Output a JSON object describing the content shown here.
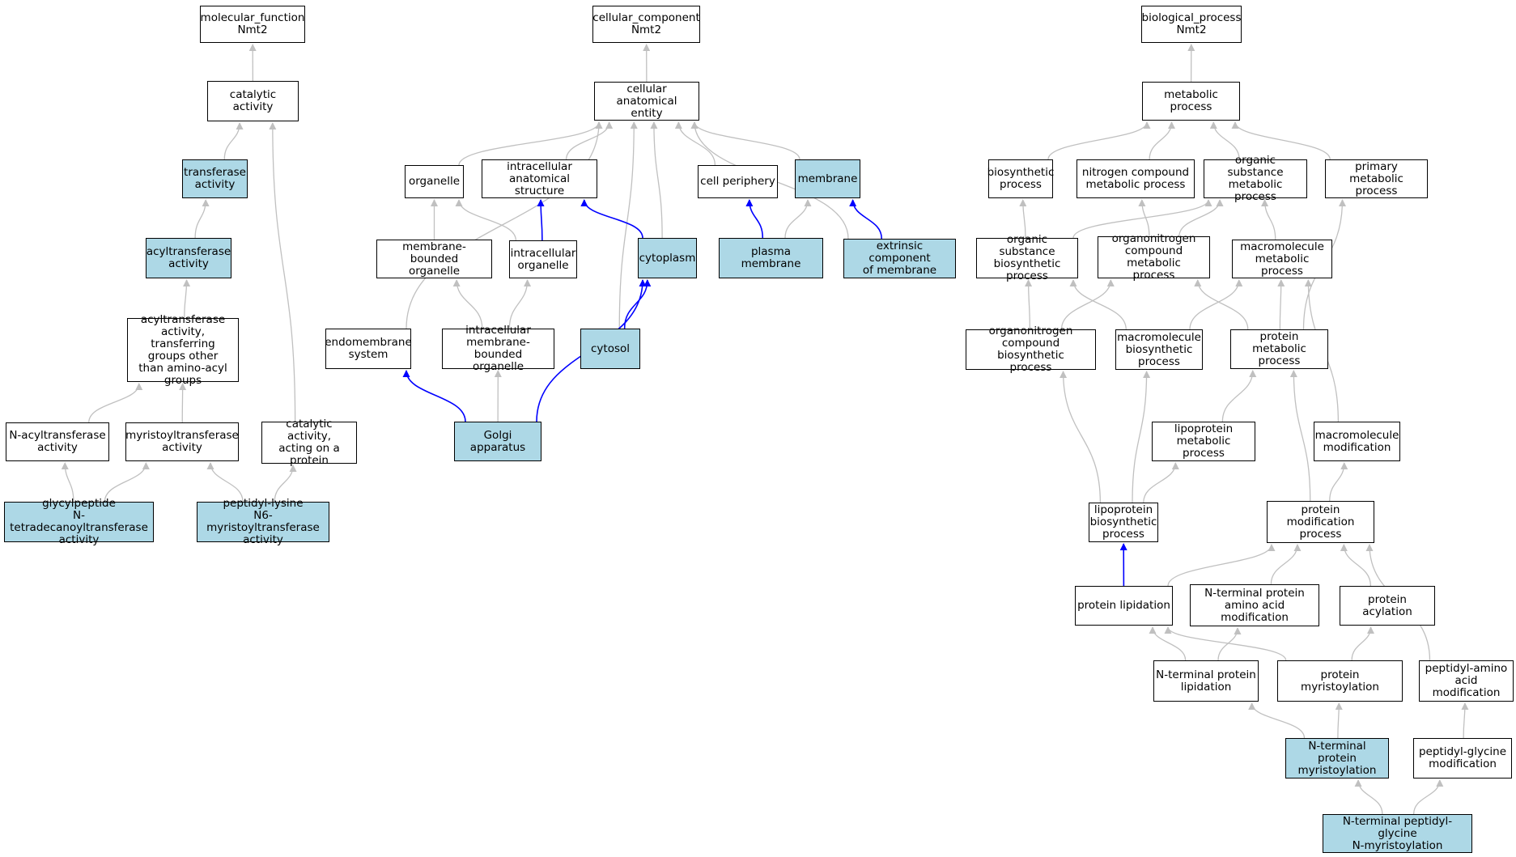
{
  "colors": {
    "highlight_fill": "#add8e6",
    "normal_fill": "#ffffff",
    "gray_edge": "#c0c0c0",
    "blue_edge": "#0000ff"
  },
  "nodes": [
    {
      "id": "mf",
      "label": "molecular_function\nNmt2",
      "hl": false
    },
    {
      "id": "cat",
      "label": "catalytic activity",
      "hl": false
    },
    {
      "id": "trans",
      "label": "transferase\nactivity",
      "hl": true
    },
    {
      "id": "acyl",
      "label": "acyltransferase\nactivity",
      "hl": true
    },
    {
      "id": "acylother",
      "label": "acyltransferase\nactivity, transferring\ngroups other\nthan amino-acyl\ngroups",
      "hl": false
    },
    {
      "id": "nacyl",
      "label": "N-acyltransferase\nactivity",
      "hl": false
    },
    {
      "id": "myrt",
      "label": "myristoyltransferase\nactivity",
      "hl": false
    },
    {
      "id": "catprot",
      "label": "catalytic activity,\nacting on a\nprotein",
      "hl": false
    },
    {
      "id": "glyc",
      "label": "glycylpeptide\nN-tetradecanoyltransferase\nactivity",
      "hl": true
    },
    {
      "id": "pepl",
      "label": "peptidyl-lysine\nN6-myristoyltransferase\nactivity",
      "hl": true
    },
    {
      "id": "cc",
      "label": "cellular_component\nNmt2",
      "hl": false
    },
    {
      "id": "cae",
      "label": "cellular anatomical\nentity",
      "hl": false
    },
    {
      "id": "org",
      "label": "organelle",
      "hl": false
    },
    {
      "id": "ias",
      "label": "intracellular\nanatomical structure",
      "hl": false
    },
    {
      "id": "cper",
      "label": "cell periphery",
      "hl": false
    },
    {
      "id": "memb",
      "label": "membrane",
      "hl": true
    },
    {
      "id": "mbo",
      "label": "membrane-bounded\norganelle",
      "hl": false
    },
    {
      "id": "io",
      "label": "intracellular\norganelle",
      "hl": false
    },
    {
      "id": "cyto",
      "label": "cytoplasm",
      "hl": true
    },
    {
      "id": "pm",
      "label": "plasma membrane",
      "hl": true
    },
    {
      "id": "ecm",
      "label": "extrinsic component\nof membrane",
      "hl": true
    },
    {
      "id": "endo",
      "label": "endomembrane\nsystem",
      "hl": false
    },
    {
      "id": "imbo",
      "label": "intracellular\nmembrane-bounded\norganelle",
      "hl": false
    },
    {
      "id": "cytosol",
      "label": "cytosol",
      "hl": true
    },
    {
      "id": "golgi",
      "label": "Golgi apparatus",
      "hl": true
    },
    {
      "id": "bp",
      "label": "biological_process\nNmt2",
      "hl": false
    },
    {
      "id": "met",
      "label": "metabolic process",
      "hl": false
    },
    {
      "id": "bios",
      "label": "biosynthetic\nprocess",
      "hl": false
    },
    {
      "id": "ncmp",
      "label": "nitrogen compound\nmetabolic process",
      "hl": false
    },
    {
      "id": "osmp",
      "label": "organic substance\nmetabolic process",
      "hl": false
    },
    {
      "id": "pmp",
      "label": "primary metabolic\nprocess",
      "hl": false
    },
    {
      "id": "osbp",
      "label": "organic substance\nbiosynthetic\nprocess",
      "hl": false
    },
    {
      "id": "oncmp",
      "label": "organonitrogen\ncompound metabolic\nprocess",
      "hl": false
    },
    {
      "id": "mmp",
      "label": "macromolecule\nmetabolic process",
      "hl": false
    },
    {
      "id": "oncbp",
      "label": "organonitrogen\ncompound biosynthetic\nprocess",
      "hl": false
    },
    {
      "id": "mbp",
      "label": "macromolecule\nbiosynthetic\nprocess",
      "hl": false
    },
    {
      "id": "protmp",
      "label": "protein metabolic\nprocess",
      "hl": false
    },
    {
      "id": "lmp",
      "label": "lipoprotein\nmetabolic process",
      "hl": false
    },
    {
      "id": "mmod",
      "label": "macromolecule\nmodification",
      "hl": false
    },
    {
      "id": "lbp",
      "label": "lipoprotein\nbiosynthetic\nprocess",
      "hl": false
    },
    {
      "id": "pmod",
      "label": "protein modification\nprocess",
      "hl": false
    },
    {
      "id": "plip",
      "label": "protein lipidation",
      "hl": false
    },
    {
      "id": "ntaam",
      "label": "N-terminal protein\namino acid modification",
      "hl": false
    },
    {
      "id": "pacyl",
      "label": "protein acylation",
      "hl": false
    },
    {
      "id": "ntpl",
      "label": "N-terminal protein\nlipidation",
      "hl": false
    },
    {
      "id": "pmyr",
      "label": "protein myristoylation",
      "hl": false
    },
    {
      "id": "paam",
      "label": "peptidyl-amino\nacid modification",
      "hl": false
    },
    {
      "id": "ntpm",
      "label": "N-terminal protein\nmyristoylation",
      "hl": true
    },
    {
      "id": "pgm",
      "label": "peptidyl-glycine\nmodification",
      "hl": false
    },
    {
      "id": "ntpgm",
      "label": "N-terminal peptidyl-glycine\nN-myristoylation",
      "hl": true
    }
  ],
  "edges": [
    {
      "from": "cat",
      "to": "mf",
      "color": "gray"
    },
    {
      "from": "trans",
      "to": "cat",
      "color": "gray"
    },
    {
      "from": "catprot",
      "to": "cat",
      "color": "gray"
    },
    {
      "from": "acyl",
      "to": "trans",
      "color": "gray"
    },
    {
      "from": "acylother",
      "to": "acyl",
      "color": "gray"
    },
    {
      "from": "nacyl",
      "to": "acylother",
      "color": "gray"
    },
    {
      "from": "myrt",
      "to": "acylother",
      "color": "gray"
    },
    {
      "from": "glyc",
      "to": "nacyl",
      "color": "gray"
    },
    {
      "from": "glyc",
      "to": "myrt",
      "color": "gray"
    },
    {
      "from": "pepl",
      "to": "myrt",
      "color": "gray"
    },
    {
      "from": "pepl",
      "to": "catprot",
      "color": "gray"
    },
    {
      "from": "cae",
      "to": "cc",
      "color": "gray"
    },
    {
      "from": "org",
      "to": "cae",
      "color": "gray"
    },
    {
      "from": "ias",
      "to": "cae",
      "color": "gray"
    },
    {
      "from": "cper",
      "to": "cae",
      "color": "gray"
    },
    {
      "from": "memb",
      "to": "cae",
      "color": "gray"
    },
    {
      "from": "ecm",
      "to": "cae",
      "color": "gray"
    },
    {
      "from": "endo",
      "to": "cae",
      "color": "gray"
    },
    {
      "from": "cytosol",
      "to": "cae",
      "color": "gray"
    },
    {
      "from": "cyto",
      "to": "cae",
      "color": "gray"
    },
    {
      "from": "mbo",
      "to": "org",
      "color": "gray"
    },
    {
      "from": "io",
      "to": "org",
      "color": "gray"
    },
    {
      "from": "io",
      "to": "ias",
      "color": "blue"
    },
    {
      "from": "cyto",
      "to": "ias",
      "color": "blue"
    },
    {
      "from": "pm",
      "to": "cper",
      "color": "blue"
    },
    {
      "from": "pm",
      "to": "memb",
      "color": "gray"
    },
    {
      "from": "ecm",
      "to": "memb",
      "color": "blue"
    },
    {
      "from": "imbo",
      "to": "mbo",
      "color": "gray"
    },
    {
      "from": "imbo",
      "to": "io",
      "color": "gray"
    },
    {
      "from": "cytosol",
      "to": "cyto",
      "color": "blue"
    },
    {
      "from": "golgi",
      "to": "imbo",
      "color": "gray"
    },
    {
      "from": "golgi",
      "to": "endo",
      "color": "blue"
    },
    {
      "from": "golgi",
      "to": "cyto",
      "color": "blue"
    },
    {
      "from": "met",
      "to": "bp",
      "color": "gray"
    },
    {
      "from": "bios",
      "to": "met",
      "color": "gray"
    },
    {
      "from": "ncmp",
      "to": "met",
      "color": "gray"
    },
    {
      "from": "osmp",
      "to": "met",
      "color": "gray"
    },
    {
      "from": "pmp",
      "to": "met",
      "color": "gray"
    },
    {
      "from": "osbp",
      "to": "bios",
      "color": "gray"
    },
    {
      "from": "osbp",
      "to": "osmp",
      "color": "gray"
    },
    {
      "from": "oncmp",
      "to": "ncmp",
      "color": "gray"
    },
    {
      "from": "oncmp",
      "to": "osmp",
      "color": "gray"
    },
    {
      "from": "mmp",
      "to": "osmp",
      "color": "gray"
    },
    {
      "from": "oncbp",
      "to": "osbp",
      "color": "gray"
    },
    {
      "from": "oncbp",
      "to": "oncmp",
      "color": "gray"
    },
    {
      "from": "mbp",
      "to": "osbp",
      "color": "gray"
    },
    {
      "from": "mbp",
      "to": "mmp",
      "color": "gray"
    },
    {
      "from": "protmp",
      "to": "oncmp",
      "color": "gray"
    },
    {
      "from": "protmp",
      "to": "mmp",
      "color": "gray"
    },
    {
      "from": "protmp",
      "to": "pmp",
      "color": "gray"
    },
    {
      "from": "mmod",
      "to": "mmp",
      "color": "gray"
    },
    {
      "from": "lmp",
      "to": "protmp",
      "color": "gray"
    },
    {
      "from": "pmod",
      "to": "protmp",
      "color": "gray"
    },
    {
      "from": "pmod",
      "to": "mmod",
      "color": "gray"
    },
    {
      "from": "lbp",
      "to": "oncbp",
      "color": "gray"
    },
    {
      "from": "lbp",
      "to": "mbp",
      "color": "gray"
    },
    {
      "from": "lbp",
      "to": "lmp",
      "color": "gray"
    },
    {
      "from": "plip",
      "to": "lbp",
      "color": "blue"
    },
    {
      "from": "plip",
      "to": "pmod",
      "color": "gray"
    },
    {
      "from": "ntaam",
      "to": "pmod",
      "color": "gray"
    },
    {
      "from": "pacyl",
      "to": "pmod",
      "color": "gray"
    },
    {
      "from": "paam",
      "to": "pmod",
      "color": "gray"
    },
    {
      "from": "ntpl",
      "to": "plip",
      "color": "gray"
    },
    {
      "from": "ntpl",
      "to": "ntaam",
      "color": "gray"
    },
    {
      "from": "pmyr",
      "to": "plip",
      "color": "gray"
    },
    {
      "from": "pmyr",
      "to": "pacyl",
      "color": "gray"
    },
    {
      "from": "ntpm",
      "to": "ntpl",
      "color": "gray"
    },
    {
      "from": "ntpm",
      "to": "pmyr",
      "color": "gray"
    },
    {
      "from": "pgm",
      "to": "paam",
      "color": "gray"
    },
    {
      "from": "ntpgm",
      "to": "ntpm",
      "color": "gray"
    },
    {
      "from": "ntpgm",
      "to": "pgm",
      "color": "gray"
    }
  ]
}
